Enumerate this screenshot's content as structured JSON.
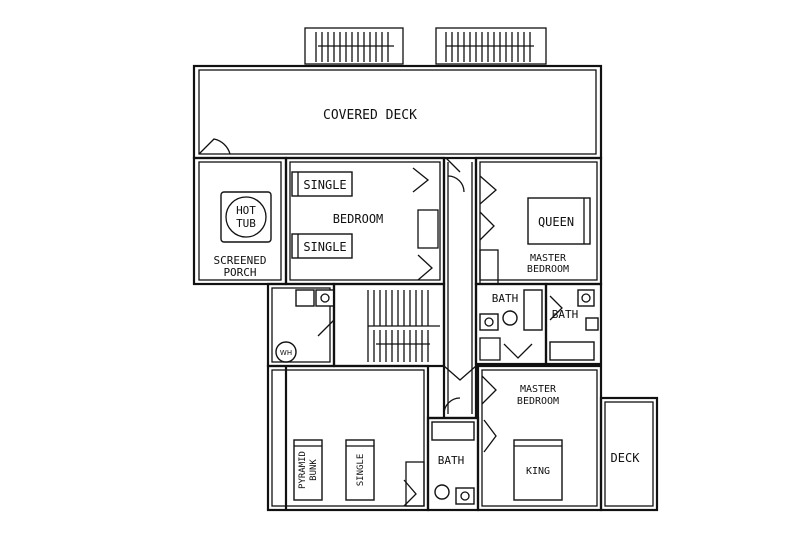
{
  "rooms": {
    "covered_deck": "COVERED DECK",
    "bedroom": "BEDROOM",
    "single_top": "SINGLE",
    "single_bottom": "SINGLE",
    "hot_tub_line1": "HOT",
    "hot_tub_line2": "TUB",
    "screened_line1": "SCREENED",
    "screened_line2": "PORCH",
    "queen": "QUEEN",
    "master_top_line1": "MASTER",
    "master_top_line2": "BEDROOM",
    "bath_upper_left": "BATH",
    "bath_upper_right": "BATH",
    "master_bottom_line1": "MASTER",
    "master_bottom_line2": "BEDROOM",
    "bath_lower": "BATH",
    "king": "KING",
    "deck": "DECK",
    "pyramid_line1": "PYRAMID",
    "pyramid_line2": "BUNK",
    "single_vertical": "SINGLE",
    "water_heater": "WH"
  }
}
